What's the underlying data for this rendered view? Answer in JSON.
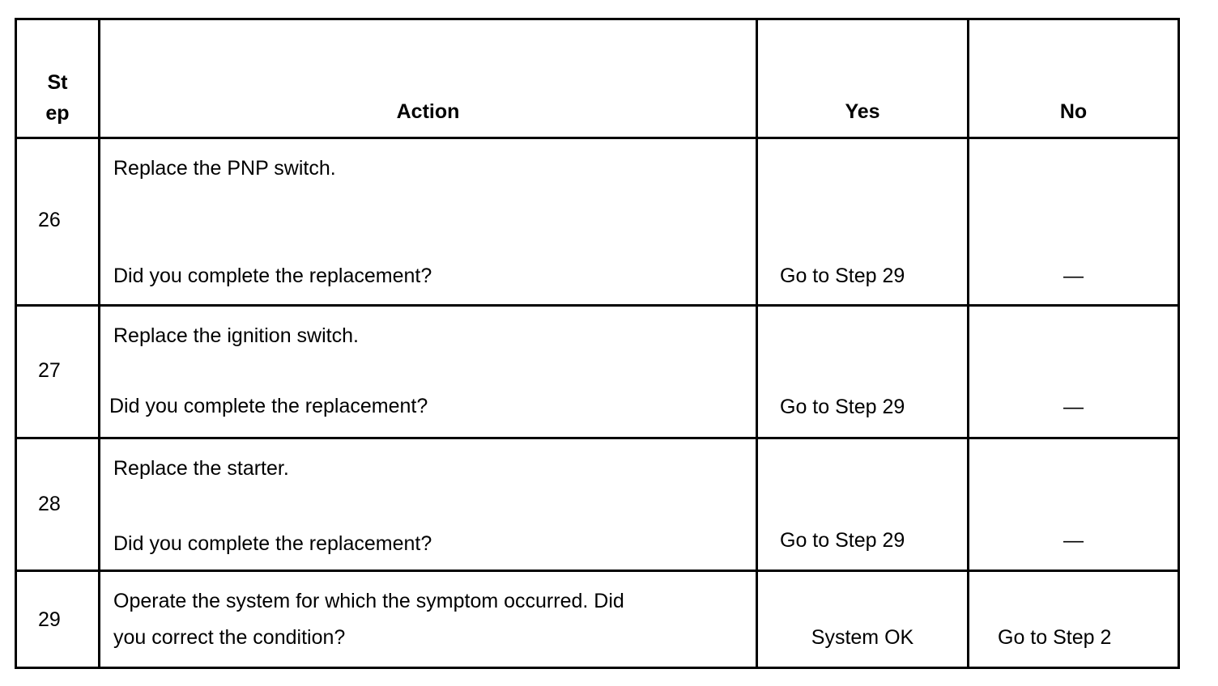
{
  "table": {
    "headers": {
      "step_line1": "St",
      "step_line2": "ep",
      "action": "Action",
      "yes": "Yes",
      "no": "No"
    },
    "rows": [
      {
        "step": "26",
        "action_line1": "Replace the PNP switch.",
        "action_line2": "Did you complete the replacement?",
        "yes": "Go to Step 29",
        "no": "—"
      },
      {
        "step": "27",
        "action_line1": "Replace the ignition switch.",
        "action_line2": "Did you complete the replacement?",
        "yes": "Go to Step 29",
        "no": "—"
      },
      {
        "step": "28",
        "action_line1": "Replace the starter.",
        "action_line2": "Did you complete the replacement?",
        "yes": "Go to Step 29",
        "no": "—"
      },
      {
        "step": "29",
        "action_line1": "Operate the system for which the symptom occurred. Did",
        "action_line2": "you correct the condition?",
        "yes": "System OK",
        "no": "Go to Step 2"
      }
    ]
  }
}
